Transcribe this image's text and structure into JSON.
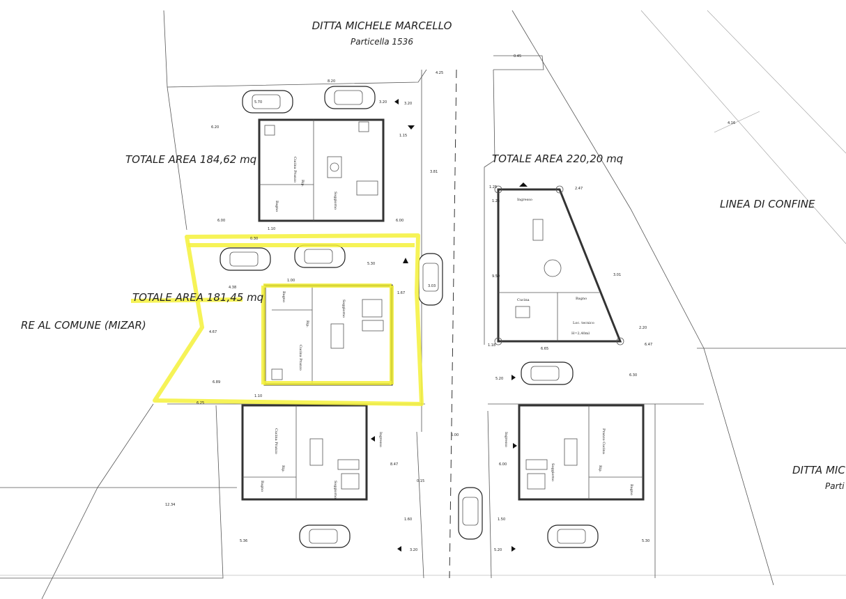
{
  "labels": {
    "owner_north_name": "DITTA MICHELE MARCELLO",
    "owner_north_parcel": "Particella 1536",
    "area_top_left": "TOTALE AREA 184,62 mq",
    "area_right": "TOTALE AREA 220,20 mq",
    "area_highlighted": "TOTALE AREA 181,45 mq",
    "boundary_line": "LINEA DI CONFINE",
    "left_owner_partial": "RE AL COMUNE (MIZAR)",
    "owner_east_partial": "DITTA MIC",
    "owner_east_parcel_partial": "Parti"
  },
  "rooms": {
    "cucina_pranzo": "Cucina Pranzo",
    "soggiorno": "Soggiorno",
    "bagno": "Bagno",
    "rip": "Rip.",
    "ingresso": "Ingresso",
    "cucina": "Cucina",
    "loc_tecnico": "Loc. tecnico",
    "loc_tecnico_h": "H=2,40ml",
    "pranzo_cucina": "Pranzo Cucina",
    "cucina_pranzo_alt": "Cucina Pranzo"
  },
  "dimensions": {
    "d_0_45": "0.45",
    "d_4_25": "4.25",
    "d_8_20": "8.20",
    "d_5_70": "5.70",
    "d_3_20a": "3.20",
    "d_6_20": "6.20",
    "d_6_00": "6.00",
    "d_1_15": "1.15",
    "d_3_81": "3.81",
    "d_6_20b": "6.20",
    "d_0_30": "0.30",
    "d_5_30": "5.30",
    "d_4_38": "4.38",
    "d_1_00": "1.00",
    "d_1_67": "1.67",
    "d_4_67": "4.67",
    "d_6_89": "6.89",
    "d_1_10": "1.10",
    "d_6_25": "6.25",
    "d_3_03": "3.03",
    "d_2_47": "2.47",
    "d_1_25": "1.25",
    "d_9_50": "9.50",
    "d_3_01": "3.01",
    "d_2_20": "2.20",
    "d_1_18": "1.18",
    "d_6_65": "6.65",
    "d_8_47": "8.47",
    "d_6_30": "6.30",
    "d_4_16": "4.16",
    "d_5_20": "5.20",
    "d_5_00": "5.00",
    "d_6_47": "6.47",
    "d_0_15": "0.15",
    "d_12_34": "12.34",
    "d_1_60": "1.60",
    "d_5_36": "5.36",
    "d_3_20b": "3.20",
    "d_1_50": "1.50",
    "d_5_20b": "5.20",
    "d_5_30b": "5.30",
    "d_6_00b": "6.00"
  }
}
